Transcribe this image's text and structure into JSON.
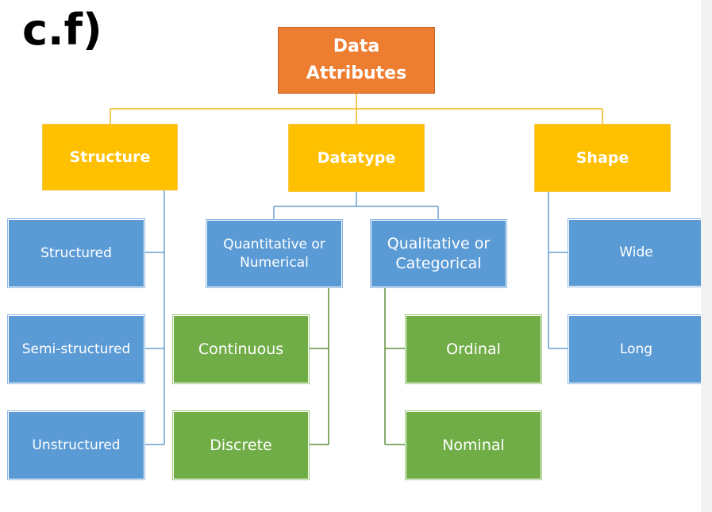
{
  "heading": "c.f)",
  "colors": {
    "root": "#ED7D31",
    "level1": "#FFC000",
    "blue": "#5B9BD5",
    "green": "#70AD47",
    "connector_gold": "#F4C84F",
    "connector_blue": "#6A9FD1",
    "connector_green": "#5F8F3C"
  },
  "nodes": {
    "root": {
      "line1": "Data",
      "line2": "Attributes"
    },
    "structure": {
      "label": "Structure"
    },
    "datatype": {
      "label": "Datatype"
    },
    "shape": {
      "label": "Shape"
    },
    "structured": {
      "label": "Structured"
    },
    "semi_structured": {
      "label": "Semi-structured"
    },
    "unstructured": {
      "label": "Unstructured"
    },
    "quantitative": {
      "line1": "Quantitative or",
      "line2": "Numerical"
    },
    "qualitative": {
      "line1": "Qualitative or",
      "line2": "Categorical"
    },
    "continuous": {
      "label": "Continuous"
    },
    "discrete": {
      "label": "Discrete"
    },
    "ordinal": {
      "label": "Ordinal"
    },
    "nominal": {
      "label": "Nominal"
    },
    "wide": {
      "label": "Wide"
    },
    "long": {
      "label": "Long"
    }
  }
}
